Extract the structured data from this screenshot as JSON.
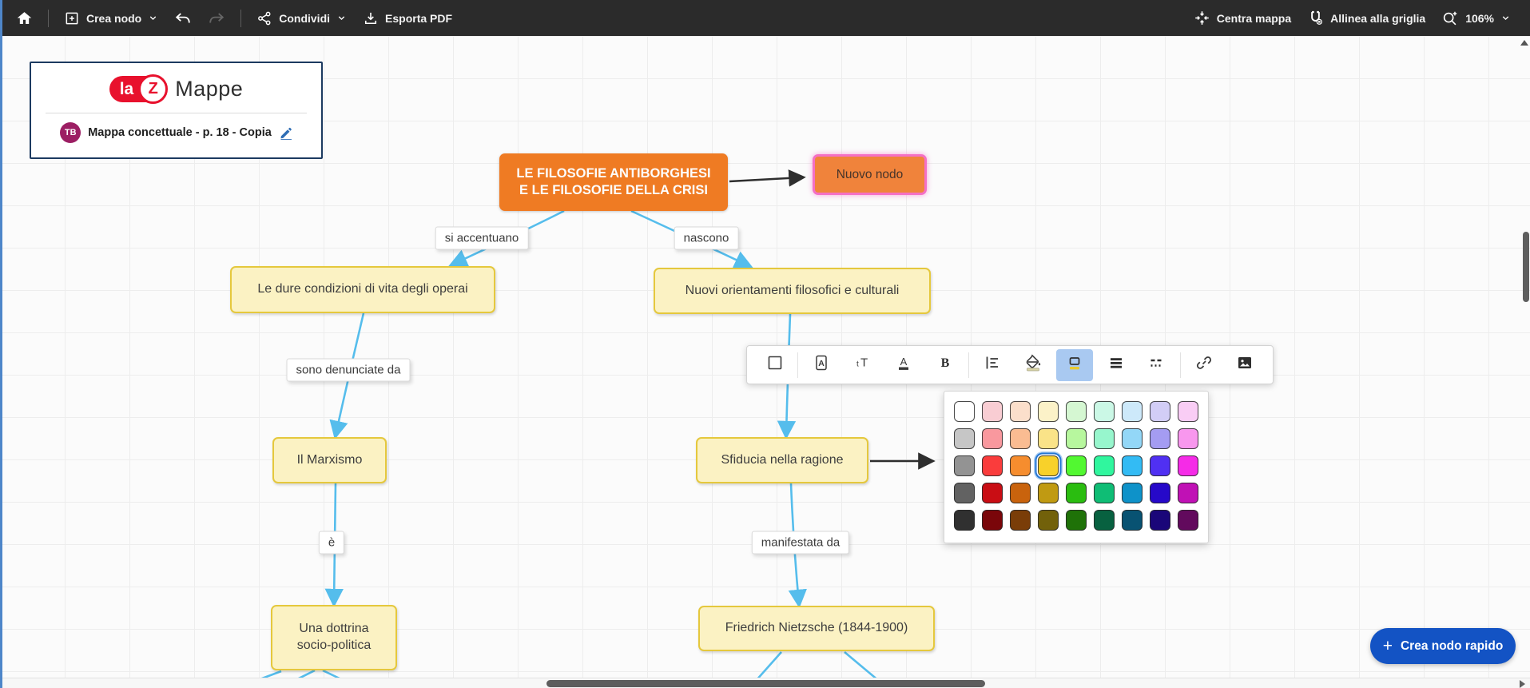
{
  "app": {
    "toolbar": {
      "crea_nodo": "Crea nodo",
      "condividi": "Condividi",
      "esporta_pdf": "Esporta PDF",
      "centra_mappa": "Centra mappa",
      "allinea_griglia": "Allinea alla griglia",
      "zoom_level": "106%"
    },
    "logo_card": {
      "brand_la": "la",
      "brand_z": "Z",
      "brand_name": "Mappe",
      "avatar_initials": "TB",
      "map_title": "Mappa concettuale - p. 18 - Copia"
    },
    "quick_create_label": "Crea nodo rapido"
  },
  "map": {
    "nodes": [
      {
        "id": "root",
        "style": "root",
        "lines": [
          "LE FILOSOFIE ANTIBORGHESI",
          "E LE FILOSOFIE DELLA CRISI"
        ]
      },
      {
        "id": "nuovo",
        "style": "new-selected",
        "lines": [
          "Nuovo nodo"
        ]
      },
      {
        "id": "condizioni",
        "style": "concept",
        "lines": [
          "Le dure condizioni di vita degli operai"
        ]
      },
      {
        "id": "orientamenti",
        "style": "concept",
        "lines": [
          "Nuovi orientamenti filosofici e culturali"
        ]
      },
      {
        "id": "marxismo",
        "style": "concept",
        "lines": [
          "Il Marxismo"
        ]
      },
      {
        "id": "sfiducia",
        "style": "concept",
        "lines": [
          "Sfiducia nella ragione"
        ]
      },
      {
        "id": "dottrina",
        "style": "concept",
        "lines": [
          "Una dottrina",
          "socio-politica"
        ]
      },
      {
        "id": "nietzsche",
        "style": "concept",
        "lines": [
          "Friedrich Nietzsche (1844-1900)"
        ]
      }
    ],
    "edge_labels": [
      {
        "id": "si-accentuano",
        "text": "si accentuano"
      },
      {
        "id": "nascono",
        "text": "nascono"
      },
      {
        "id": "sono-denunciate-da",
        "text": "sono denunciate da"
      },
      {
        "id": "e",
        "text": "è"
      },
      {
        "id": "manifestata-da",
        "text": "manifestata da"
      }
    ],
    "colors": {
      "root_fill": "#EF7B23",
      "new_node_fill": "#F0833B",
      "selection_pink": "#F470C5",
      "concept_fill": "#FBF2C3",
      "concept_border": "#E5C83D",
      "edge_blue": "#55BDEC",
      "arrow_black": "#2E2E2E"
    }
  },
  "format_toolbar": {
    "icons": [
      "node-shape",
      "label-style",
      "text-size",
      "font-color",
      "bold",
      "list-align",
      "fill-color",
      "border-color",
      "line-weight",
      "line-style",
      "link",
      "image"
    ],
    "selected_icon": "border-color",
    "selected_bg": "#A9C9F1"
  },
  "palette": {
    "selected_color": "#F8D12A",
    "selected_row": 2,
    "selected_col": 3,
    "rows": [
      [
        "#FFFFFF",
        "#F9CDD3",
        "#FBDFCB",
        "#FCF2C8",
        "#D5F7D2",
        "#CBF8E6",
        "#CDE9FA",
        "#D2CDF6",
        "#F9CDF5"
      ],
      [
        "#C6C6C6",
        "#F9989E",
        "#FABC92",
        "#FAE388",
        "#B7F79E",
        "#97F6CD",
        "#93D7F7",
        "#A49CF2",
        "#F897EE"
      ],
      [
        "#939393",
        "#FA3C3C",
        "#F68D2E",
        "#F8D12A",
        "#52F831",
        "#30F69E",
        "#33BBF4",
        "#5030F2",
        "#F52BE7"
      ],
      [
        "#626262",
        "#C90D14",
        "#C9630D",
        "#C09A12",
        "#2ABD10",
        "#0FBD75",
        "#0E92C9",
        "#2609C9",
        "#C011B5"
      ],
      [
        "#303030",
        "#7A060A",
        "#7A3D08",
        "#72610A",
        "#1F7208",
        "#086140",
        "#085272",
        "#1A0679",
        "#620A5D"
      ]
    ]
  }
}
